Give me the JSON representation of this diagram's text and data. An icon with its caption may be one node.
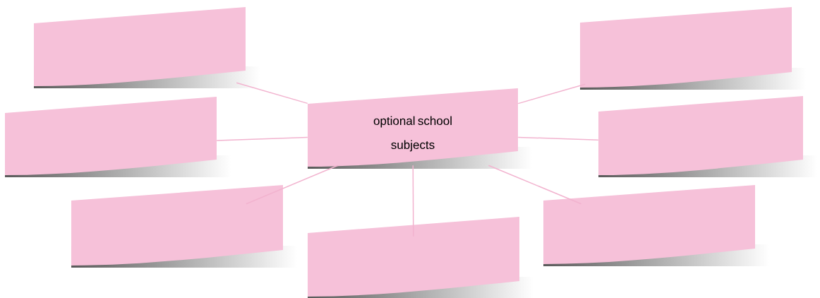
{
  "diagram": {
    "nodes": [
      {
        "text": [
          "optional school subjects"
        ]
      },
      {
        "text": [],
        "shape": "box"
      },
      {
        "text": [],
        "shape": "box"
      },
      {
        "text": [],
        "shape": "box"
      },
      {
        "text": [],
        "shape": "box"
      },
      {
        "text": [],
        "shape": "box"
      },
      {
        "text": [],
        "shape": "box"
      },
      {
        "text": [],
        "shape": "box"
      }
    ],
    "edges": [
      {
        "from": 0,
        "to": 1,
        "arrow": "none"
      },
      {
        "from": 0,
        "to": 2,
        "arrow": "none"
      },
      {
        "from": 0,
        "to": 3,
        "arrow": "none"
      },
      {
        "from": 0,
        "to": 4,
        "arrow": "none"
      },
      {
        "from": 0,
        "to": 5,
        "arrow": "none"
      },
      {
        "from": 0,
        "to": 6,
        "arrow": "none"
      },
      {
        "from": 0,
        "to": 7,
        "arrow": "none"
      }
    ]
  }
}
